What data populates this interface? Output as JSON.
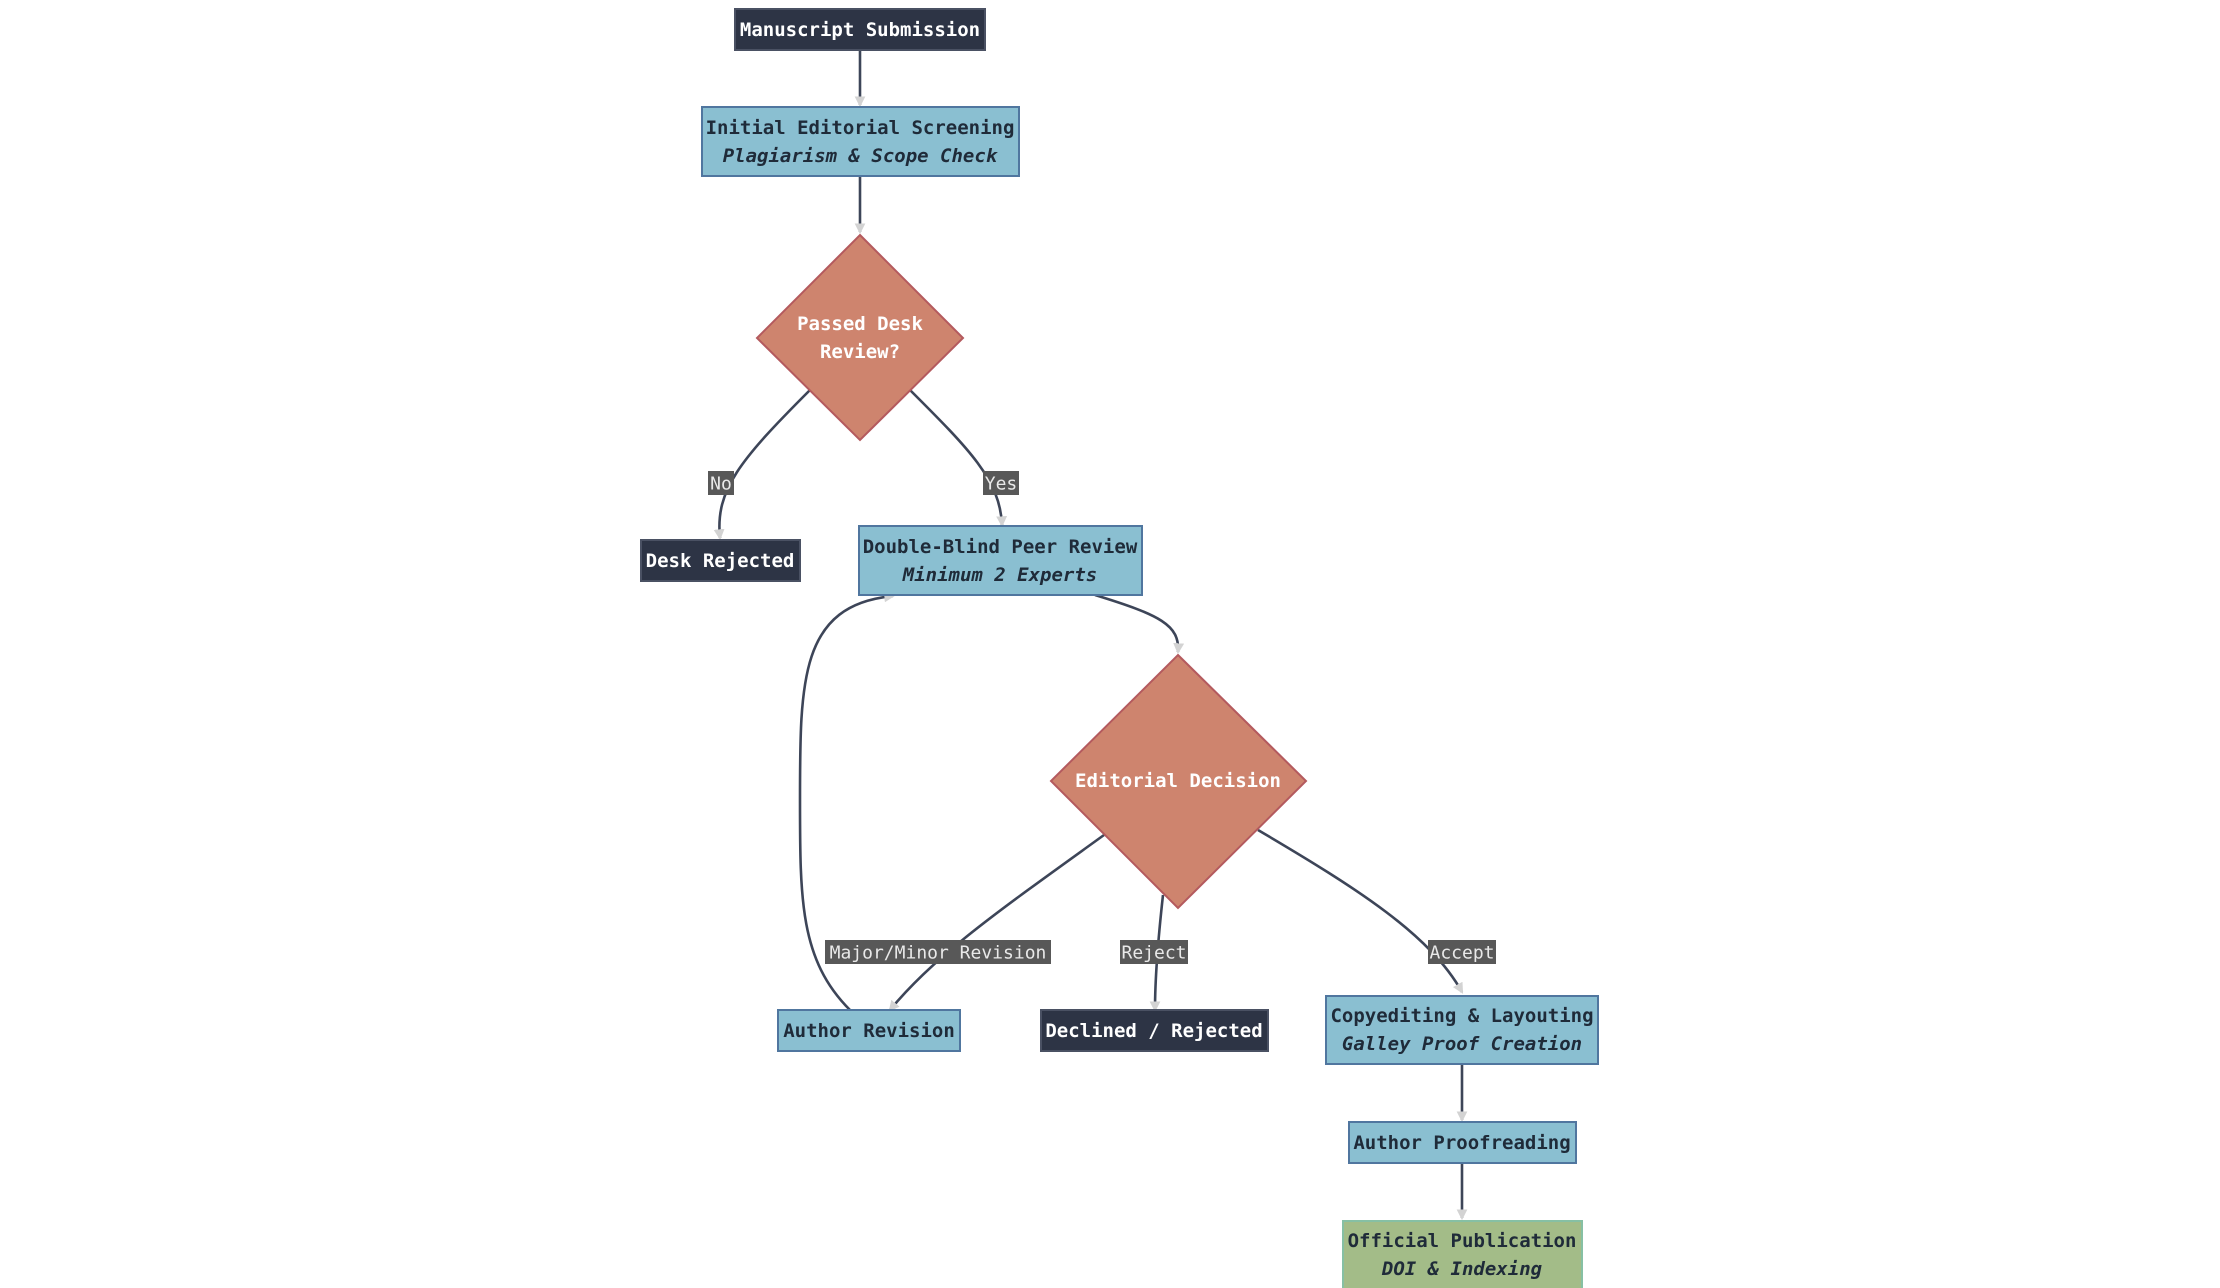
{
  "colors": {
    "dark_fill": "#2d3445",
    "dark_stroke": "#4a5163",
    "dark_text": "#ffffff",
    "process_fill": "#8abfd1",
    "process_stroke": "#50769f",
    "process_text": "#1f2b39",
    "decision_fill": "#ce846e",
    "decision_stroke": "#b45a5e",
    "publish_fill": "#a3bc88",
    "publish_stroke": "#86c0a4",
    "edge": "#3d4558",
    "arrowhead": "#d3d3d3",
    "edge_label_bg": "#585858",
    "edge_label_text": "#e9e9e9"
  },
  "nodes": {
    "submission": {
      "title": "Manuscript Submission"
    },
    "screening": {
      "title": "Initial Editorial Screening",
      "subtitle": "Plagiarism & Scope Check"
    },
    "desk_decision": {
      "line1": "Passed Desk",
      "line2": "Review?"
    },
    "desk_rejected": {
      "title": "Desk Rejected"
    },
    "peer_review": {
      "title": "Double-Blind Peer Review",
      "subtitle": "Minimum 2 Experts"
    },
    "editorial_decision": {
      "title": "Editorial Decision"
    },
    "author_revision": {
      "title": "Author Revision"
    },
    "declined": {
      "title": "Declined / Rejected"
    },
    "copyediting": {
      "title": "Copyediting & Layouting",
      "subtitle": "Galley Proof Creation"
    },
    "proofreading": {
      "title": "Author Proofreading"
    },
    "publication": {
      "title": "Official Publication",
      "subtitle": "DOI & Indexing"
    }
  },
  "edge_labels": {
    "no": "No",
    "yes": "Yes",
    "revision": "Major/Minor Revision",
    "reject": "Reject",
    "accept": "Accept"
  }
}
